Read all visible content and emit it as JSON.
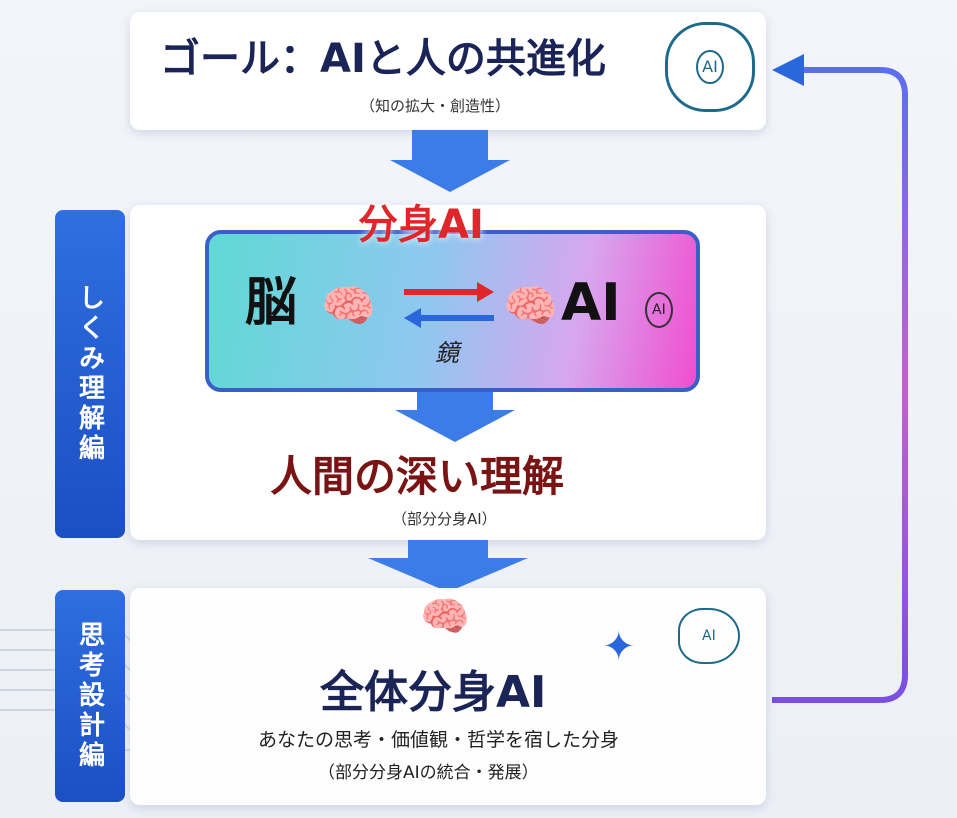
{
  "goal": {
    "title": "ゴール：AIと人の共進化",
    "subtitle": "（知の拡大・創造性）",
    "icon_label": "AI"
  },
  "mechanism": {
    "tab": "しくみ理解編",
    "heading": "分身AI",
    "brain": "脳",
    "ai": "AI",
    "mirror": "鏡",
    "ai_icon_label": "AI",
    "result": "人間の深い理解",
    "result_sub": "（部分分身AI）"
  },
  "design": {
    "tab": "思考設計編",
    "title": "全体分身AI",
    "desc": "あなたの思考・価値観・哲学を宿した分身",
    "sub": "（部分分身AIの統合・発展）",
    "icon_label": "AI"
  },
  "colors": {
    "blue": "#2a66dc",
    "navy": "#1a2456",
    "red": "#e0262a",
    "darkred": "#7a1414"
  }
}
